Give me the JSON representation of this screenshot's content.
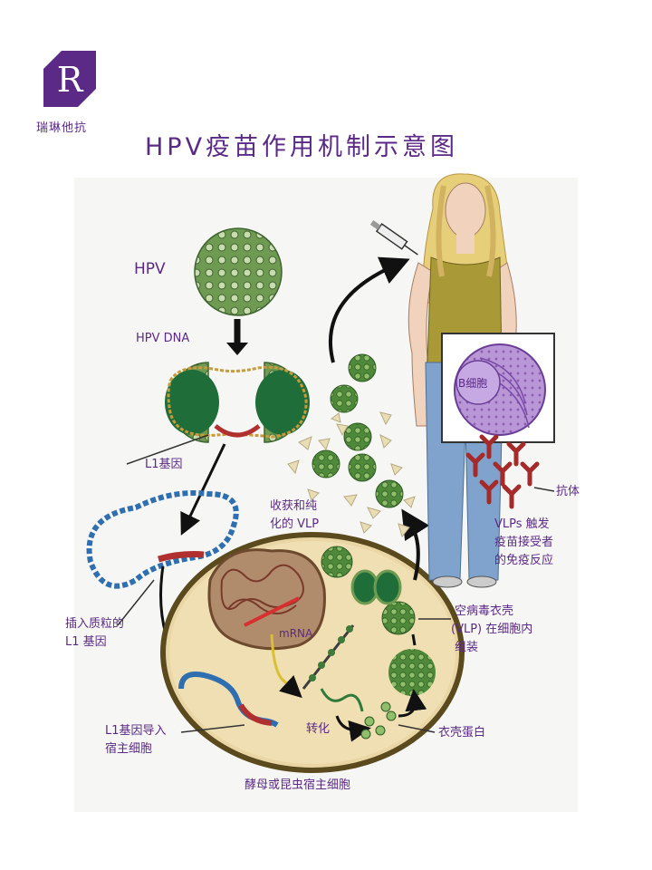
{
  "brand": {
    "name": "瑞琳他抗",
    "logo_letter": "R"
  },
  "title": "HPV疫苗作用机制示意图",
  "labels": {
    "hpv": "HPV",
    "hpv_dna": "HPV DNA",
    "l1_gene": "L1基因",
    "plasmid_line1": "插入质粒的",
    "plasmid_line2": "L1 基因",
    "import_line1": "L1基因导入",
    "import_line2": "宿主细胞",
    "mrna": "mRNA",
    "translation": "转化",
    "capsid_protein": "衣壳蛋白",
    "vlp_assembly_line1": "空病毒衣壳",
    "vlp_assembly_line2": "(VLP) 在细胞内",
    "vlp_assembly_line3": "组装",
    "harvest_line1": "收获和纯",
    "harvest_line2": "化的 VLP",
    "b_cell": "B细胞",
    "antibody": "抗体",
    "response_line1": "VLPs 触发",
    "response_line2": "疫苗接受者",
    "response_line3": "的免疫反应",
    "host_cell": "酵母或昆虫宿主细胞"
  }
}
